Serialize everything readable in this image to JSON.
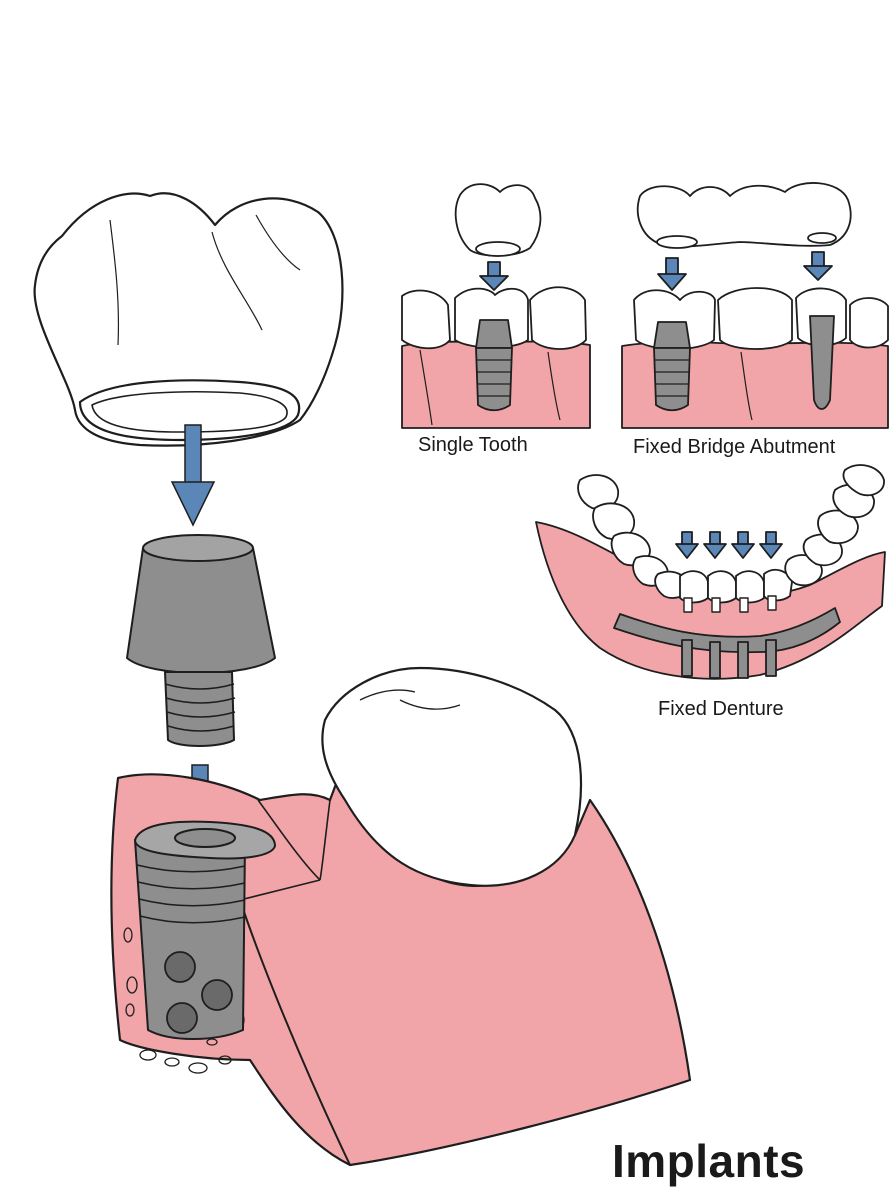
{
  "labels": {
    "single_tooth": "Single Tooth",
    "fixed_bridge": "Fixed Bridge Abutment",
    "fixed_denture": "Fixed Denture"
  },
  "title": "Implants",
  "colors": {
    "gum": "#f2a5a8",
    "metal": "#8e8e8e",
    "arrow": "#5b86b8",
    "outline": "#1e1e1e",
    "tooth": "#ffffff"
  }
}
